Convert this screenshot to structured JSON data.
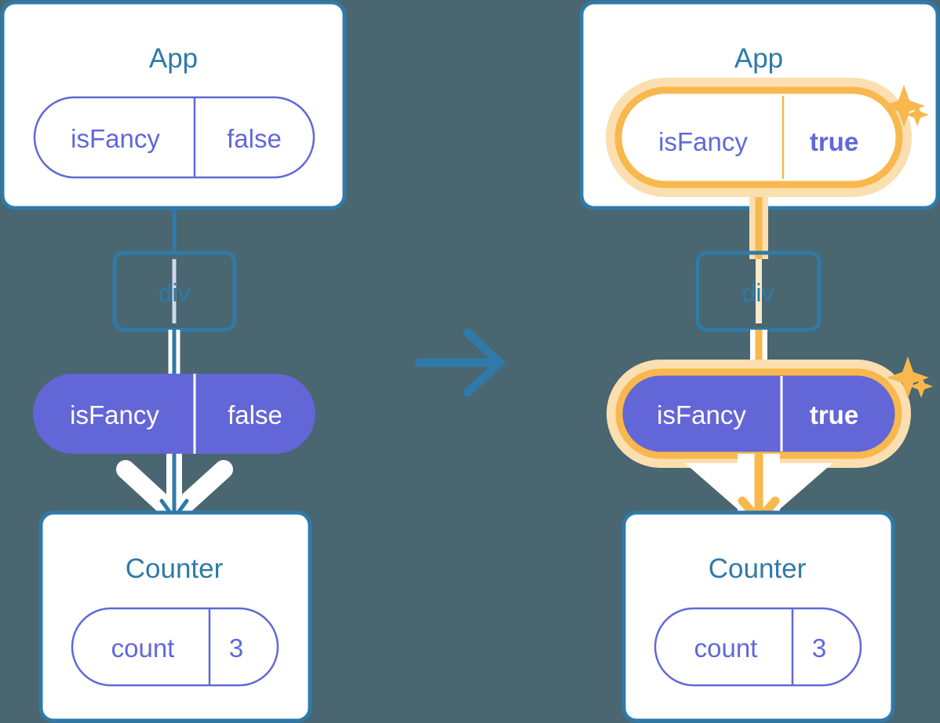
{
  "meta": {
    "background_color": "#4a6670",
    "card_fill": "#ffffff",
    "card_border": "#2f7aa8",
    "title_color": "#2f7aa8",
    "pill_outline_color": "#6168d8",
    "pill_fill_color": "#6366d6",
    "highlight_orange": "#f8b84e",
    "highlight_orange_soft": "#fbdfb0",
    "arrow_blue": "#2f7aa8",
    "arrow_white": "#ffffff",
    "ghost_line_blue": "#cfd9ef",
    "ghost_line_orange": "#fbe9c9"
  },
  "transition": {
    "icon": "arrow-right-icon",
    "color": "#2f7aa8"
  },
  "panels": [
    {
      "id": "before",
      "app": {
        "title": "App",
        "state": {
          "name": "isFancy",
          "value": "false",
          "highlighted": false,
          "bold_value": false
        }
      },
      "div": {
        "label": "div"
      },
      "prop": {
        "name": "isFancy",
        "value": "false",
        "highlighted": false,
        "bold_value": false
      },
      "counter": {
        "title": "Counter",
        "state": {
          "name": "count",
          "value": "3",
          "highlighted": false
        }
      },
      "sparkles": []
    },
    {
      "id": "after",
      "app": {
        "title": "App",
        "state": {
          "name": "isFancy",
          "value": "true",
          "highlighted": true,
          "bold_value": true
        }
      },
      "div": {
        "label": "div"
      },
      "prop": {
        "name": "isFancy",
        "value": "true",
        "highlighted": true,
        "bold_value": true
      },
      "counter": {
        "title": "Counter",
        "state": {
          "name": "count",
          "value": "3",
          "highlighted": false
        }
      },
      "sparkles": [
        {
          "name": "sparkle-large-app",
          "size": "large"
        },
        {
          "name": "sparkle-small-app",
          "size": "small"
        },
        {
          "name": "sparkle-large-prop",
          "size": "large"
        },
        {
          "name": "sparkle-small-prop",
          "size": "small"
        }
      ]
    }
  ]
}
